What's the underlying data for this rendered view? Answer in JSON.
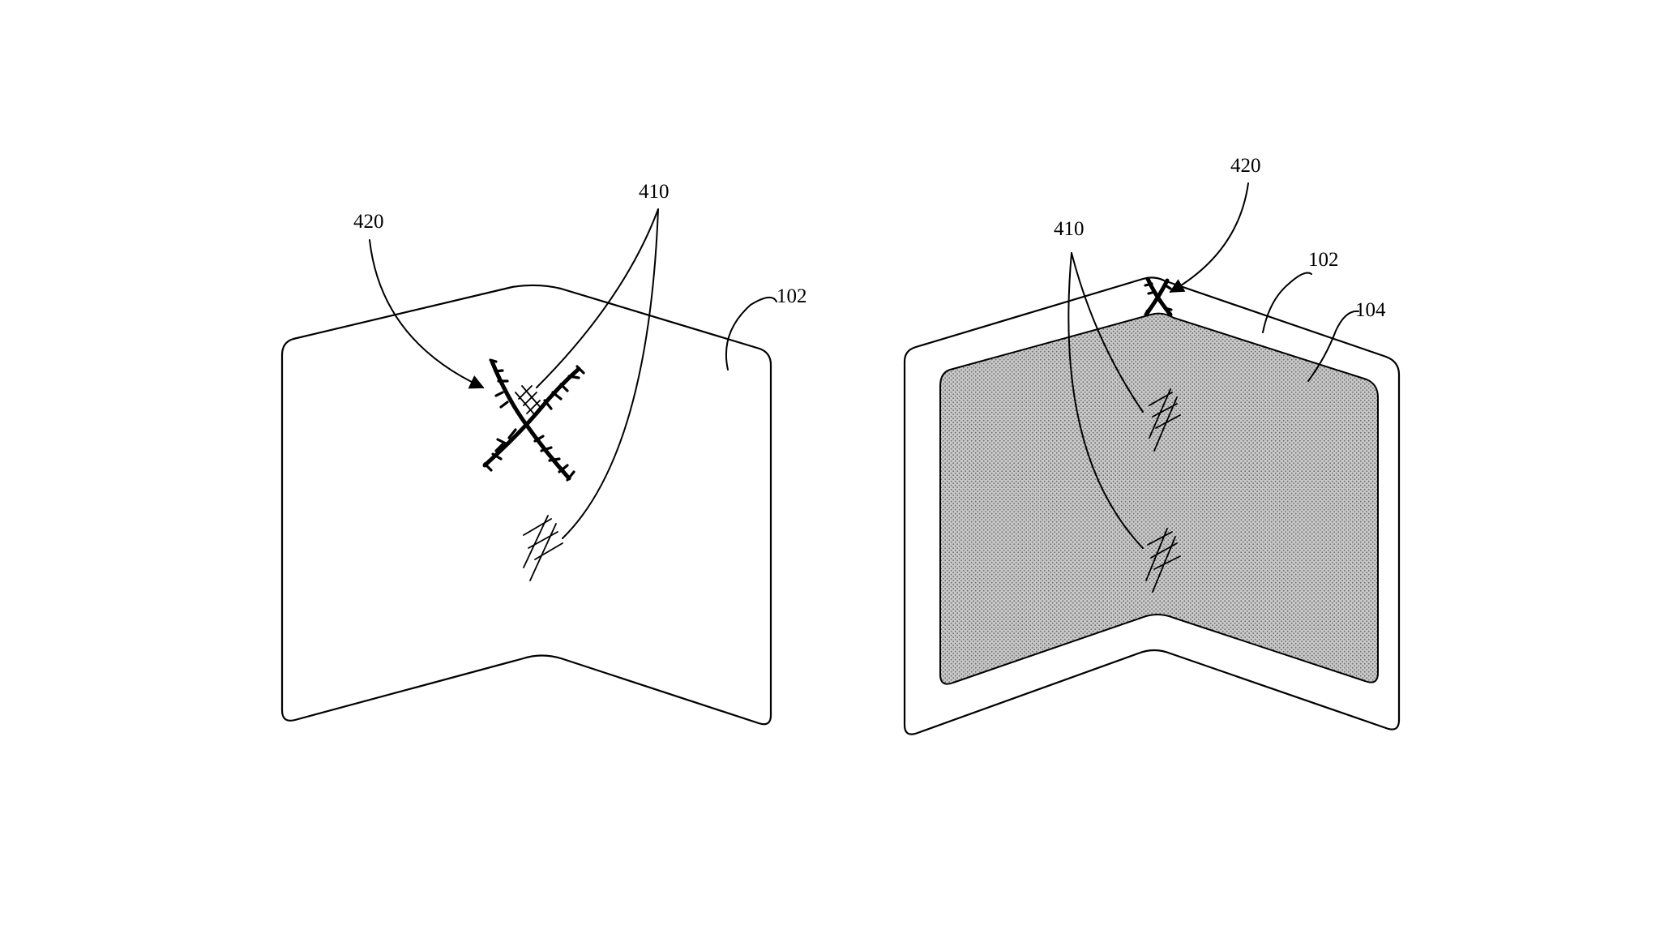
{
  "figure": {
    "left_view": {
      "labels": {
        "damage_ref": "420",
        "crack_ref": "410",
        "cover_ref": "102"
      }
    },
    "right_view": {
      "labels": {
        "damage_ref": "420",
        "crack_ref": "410",
        "cover_ref": "102",
        "display_ref": "104"
      },
      "display_fill_color": "#bdbdbd"
    }
  }
}
